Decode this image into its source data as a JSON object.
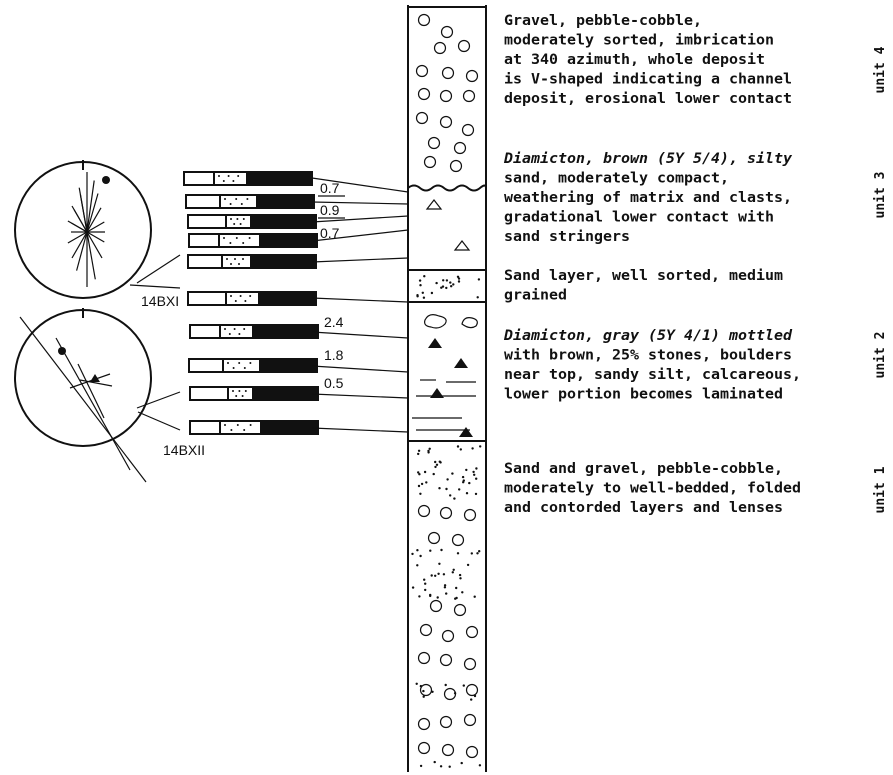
{
  "units": [
    {
      "label": "unit 4",
      "description": [
        {
          "text": "Gravel, pebble-cobble,",
          "italic": false
        },
        {
          "text": "moderately sorted, imbrication",
          "italic": false
        },
        {
          "text": "at 340 azimuth, whole deposit",
          "italic": false
        },
        {
          "text": "is V-shaped indicating a channel",
          "italic": false
        },
        {
          "text": "deposit, erosional lower contact",
          "italic": false
        }
      ]
    },
    {
      "label": "unit 3",
      "description": [
        {
          "text": "Diamicton, brown (5Y 5/4), silty",
          "italic": true
        },
        {
          "text": "sand, moderately compact,",
          "italic": false
        },
        {
          "text": "weathering of matrix and clasts,",
          "italic": false
        },
        {
          "text": "gradational lower contact with",
          "italic": false
        },
        {
          "text": "sand stringers",
          "italic": false
        }
      ]
    },
    {
      "label": "",
      "description": [
        {
          "text": "Sand layer, well sorted, medium",
          "italic": false
        },
        {
          "text": "grained",
          "italic": false
        }
      ]
    },
    {
      "label": "unit 2",
      "description": [
        {
          "text": "Diamicton, gray (5Y 4/1) mottled",
          "italic": true
        },
        {
          "text": "with brown, 25% stones, boulders",
          "italic": false
        },
        {
          "text": "near top, sandy silt, calcareous,",
          "italic": false
        },
        {
          "text": "lower portion becomes laminated",
          "italic": false
        }
      ]
    },
    {
      "label": "unit 1",
      "description": [
        {
          "text": "Sand and gravel, pebble-cobble,",
          "italic": false
        },
        {
          "text": "moderately to well-bedded, folded",
          "italic": false
        },
        {
          "text": "and contorded layers and lenses",
          "italic": false
        }
      ]
    }
  ],
  "sample_labels": [
    "14BXI",
    "14BXII"
  ],
  "ratios_upper": [
    "0.7",
    "0.9",
    "0.7"
  ],
  "ratios_lower": [
    "2.4",
    "1.8",
    "0.5"
  ],
  "colors": {
    "ink": "#111111",
    "paper": "#ffffff"
  }
}
